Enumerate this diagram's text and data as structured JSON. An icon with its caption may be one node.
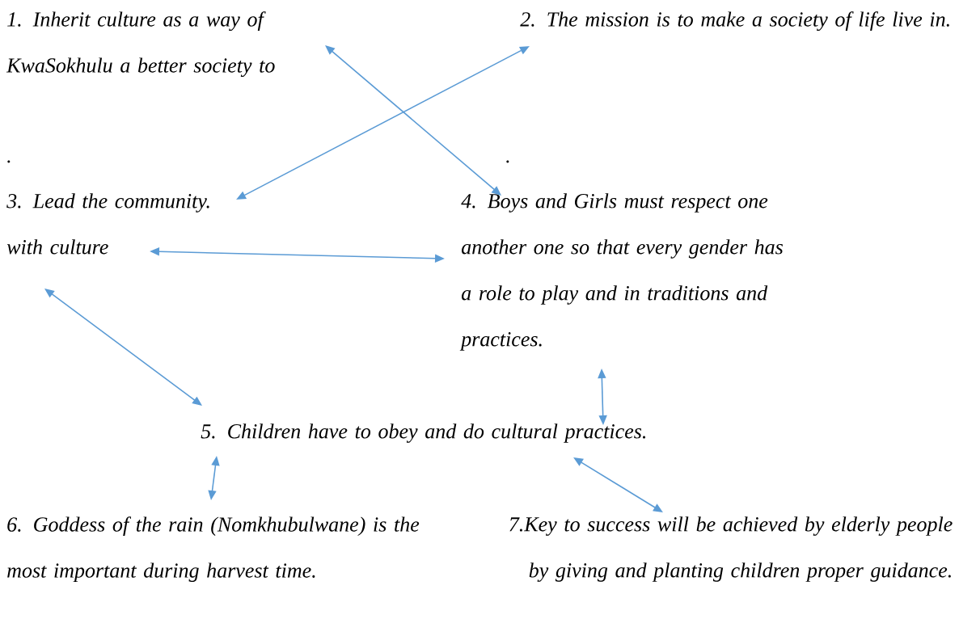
{
  "diagram": {
    "nodes": [
      {
        "text": [
          "1. Inherit culture as a way of KwaSokhulu a better society to"
        ]
      },
      {
        "text": [
          "2. The mission is to make a society of life live in."
        ]
      },
      {
        "text": [
          "3. Lead the community. with culture"
        ]
      },
      {
        "text": [
          "4. Boys and Girls must respect one another one so that every gender has a role to play and in traditions and practices."
        ]
      },
      {
        "text": [
          "5. Children have to obey and do cultural practices."
        ]
      },
      {
        "text": [
          "6. Goddess of the rain (Nomkhubulwane) is the most important during harvest time."
        ]
      },
      {
        "text": [
          "7.Key to success will be achieved by elderly people by giving and planting children proper guidance."
        ]
      }
    ],
    "edges": [
      {
        "from": 0,
        "to": 3,
        "arrow": "both"
      },
      {
        "from": 1,
        "to": 2,
        "arrow": "both"
      },
      {
        "from": 2,
        "to": 3,
        "arrow": "both"
      },
      {
        "from": 2,
        "to": 4,
        "arrow": "both"
      },
      {
        "from": 3,
        "to": 4,
        "arrow": "both"
      },
      {
        "from": 4,
        "to": 5,
        "arrow": "both"
      },
      {
        "from": 4,
        "to": 6,
        "arrow": "both"
      }
    ],
    "labels": [
      ".",
      "."
    ]
  }
}
